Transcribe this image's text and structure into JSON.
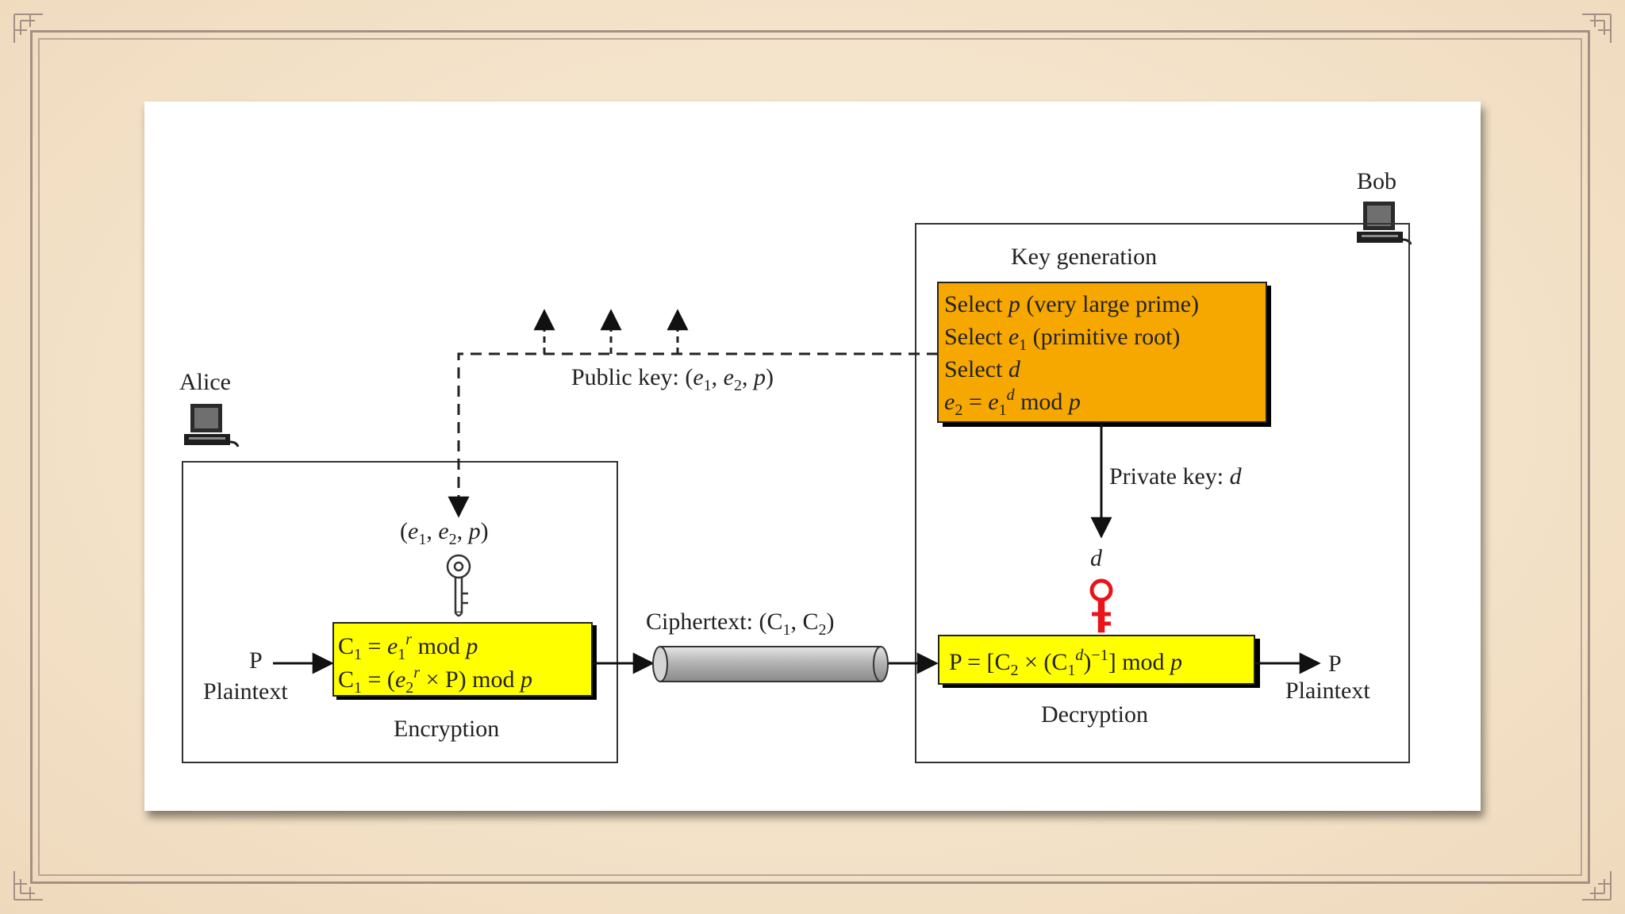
{
  "parties": {
    "alice": "Alice",
    "bob": "Bob"
  },
  "key_generation": {
    "title": "Key generation",
    "lines": [
      {
        "parts": [
          {
            "t": "Select "
          },
          {
            "t": "p",
            "i": true
          },
          {
            "t": " (very large prime)"
          }
        ]
      },
      {
        "parts": [
          {
            "t": "Select "
          },
          {
            "t": "e",
            "i": true
          },
          {
            "t": "1",
            "sub": true
          },
          {
            "t": " (primitive root)"
          }
        ]
      },
      {
        "parts": [
          {
            "t": "Select "
          },
          {
            "t": "d",
            "i": true
          }
        ]
      },
      {
        "parts": [
          {
            "t": "e",
            "i": true
          },
          {
            "t": "2",
            "sub": true
          },
          {
            "t": " = "
          },
          {
            "t": "e",
            "i": true
          },
          {
            "t": "1",
            "sub": true
          },
          {
            "t": "d",
            "sup": true,
            "i": true
          },
          {
            "t": " mod "
          },
          {
            "t": "p",
            "i": true
          }
        ]
      }
    ]
  },
  "public_key_label": {
    "parts": [
      {
        "t": "Public key: ("
      },
      {
        "t": "e",
        "i": true
      },
      {
        "t": "1",
        "sub": true
      },
      {
        "t": ", "
      },
      {
        "t": "e",
        "i": true
      },
      {
        "t": "2",
        "sub": true
      },
      {
        "t": ", "
      },
      {
        "t": "p",
        "i": true
      },
      {
        "t": ")"
      }
    ]
  },
  "public_key_received": {
    "parts": [
      {
        "t": "("
      },
      {
        "t": "e",
        "i": true
      },
      {
        "t": "1",
        "sub": true
      },
      {
        "t": ", "
      },
      {
        "t": "e",
        "i": true
      },
      {
        "t": "2",
        "sub": true
      },
      {
        "t": ", "
      },
      {
        "t": "p",
        "i": true
      },
      {
        "t": ")"
      }
    ]
  },
  "private_key_label": {
    "parts": [
      {
        "t": "Private key: "
      },
      {
        "t": "d",
        "i": true
      }
    ]
  },
  "private_key_received": {
    "parts": [
      {
        "t": "d",
        "i": true
      }
    ]
  },
  "encryption": {
    "label": "Encryption",
    "lines": [
      {
        "parts": [
          {
            "t": "C"
          },
          {
            "t": "1",
            "sub": true
          },
          {
            "t": " = "
          },
          {
            "t": "e",
            "i": true
          },
          {
            "t": "1",
            "sub": true
          },
          {
            "t": "r",
            "sup": true,
            "i": true
          },
          {
            "t": " mod "
          },
          {
            "t": "p",
            "i": true
          }
        ]
      },
      {
        "parts": [
          {
            "t": "C"
          },
          {
            "t": "1",
            "sub": true
          },
          {
            "t": " = ("
          },
          {
            "t": "e",
            "i": true
          },
          {
            "t": "2",
            "sub": true
          },
          {
            "t": "r",
            "sup": true,
            "i": true
          },
          {
            "t": " × P) mod "
          },
          {
            "t": "p",
            "i": true
          }
        ]
      }
    ]
  },
  "decryption": {
    "label": "Decryption",
    "lines": [
      {
        "parts": [
          {
            "t": "P = [C"
          },
          {
            "t": "2",
            "sub": true
          },
          {
            "t": " × (C"
          },
          {
            "t": "1",
            "sub": true
          },
          {
            "t": "d",
            "sup": true,
            "i": true
          },
          {
            "t": ")"
          },
          {
            "t": "−1",
            "sup": true
          },
          {
            "t": "] mod "
          },
          {
            "t": "p",
            "i": true
          }
        ]
      }
    ]
  },
  "ciphertext_label": {
    "parts": [
      {
        "t": "Ciphertext: (C"
      },
      {
        "t": "1",
        "sub": true
      },
      {
        "t": ", C"
      },
      {
        "t": "2",
        "sub": true
      },
      {
        "t": ")"
      }
    ]
  },
  "plaintext_in": {
    "symbol": "P",
    "label": "Plaintext"
  },
  "plaintext_out": {
    "symbol": "P",
    "label": "Plaintext"
  },
  "colors": {
    "keygen_fill": "#f6a800",
    "box_fill": "#ffff00",
    "private_key_icon": "#e8141a"
  },
  "icons": {
    "computer": "computer-icon",
    "key": "key-icon"
  }
}
